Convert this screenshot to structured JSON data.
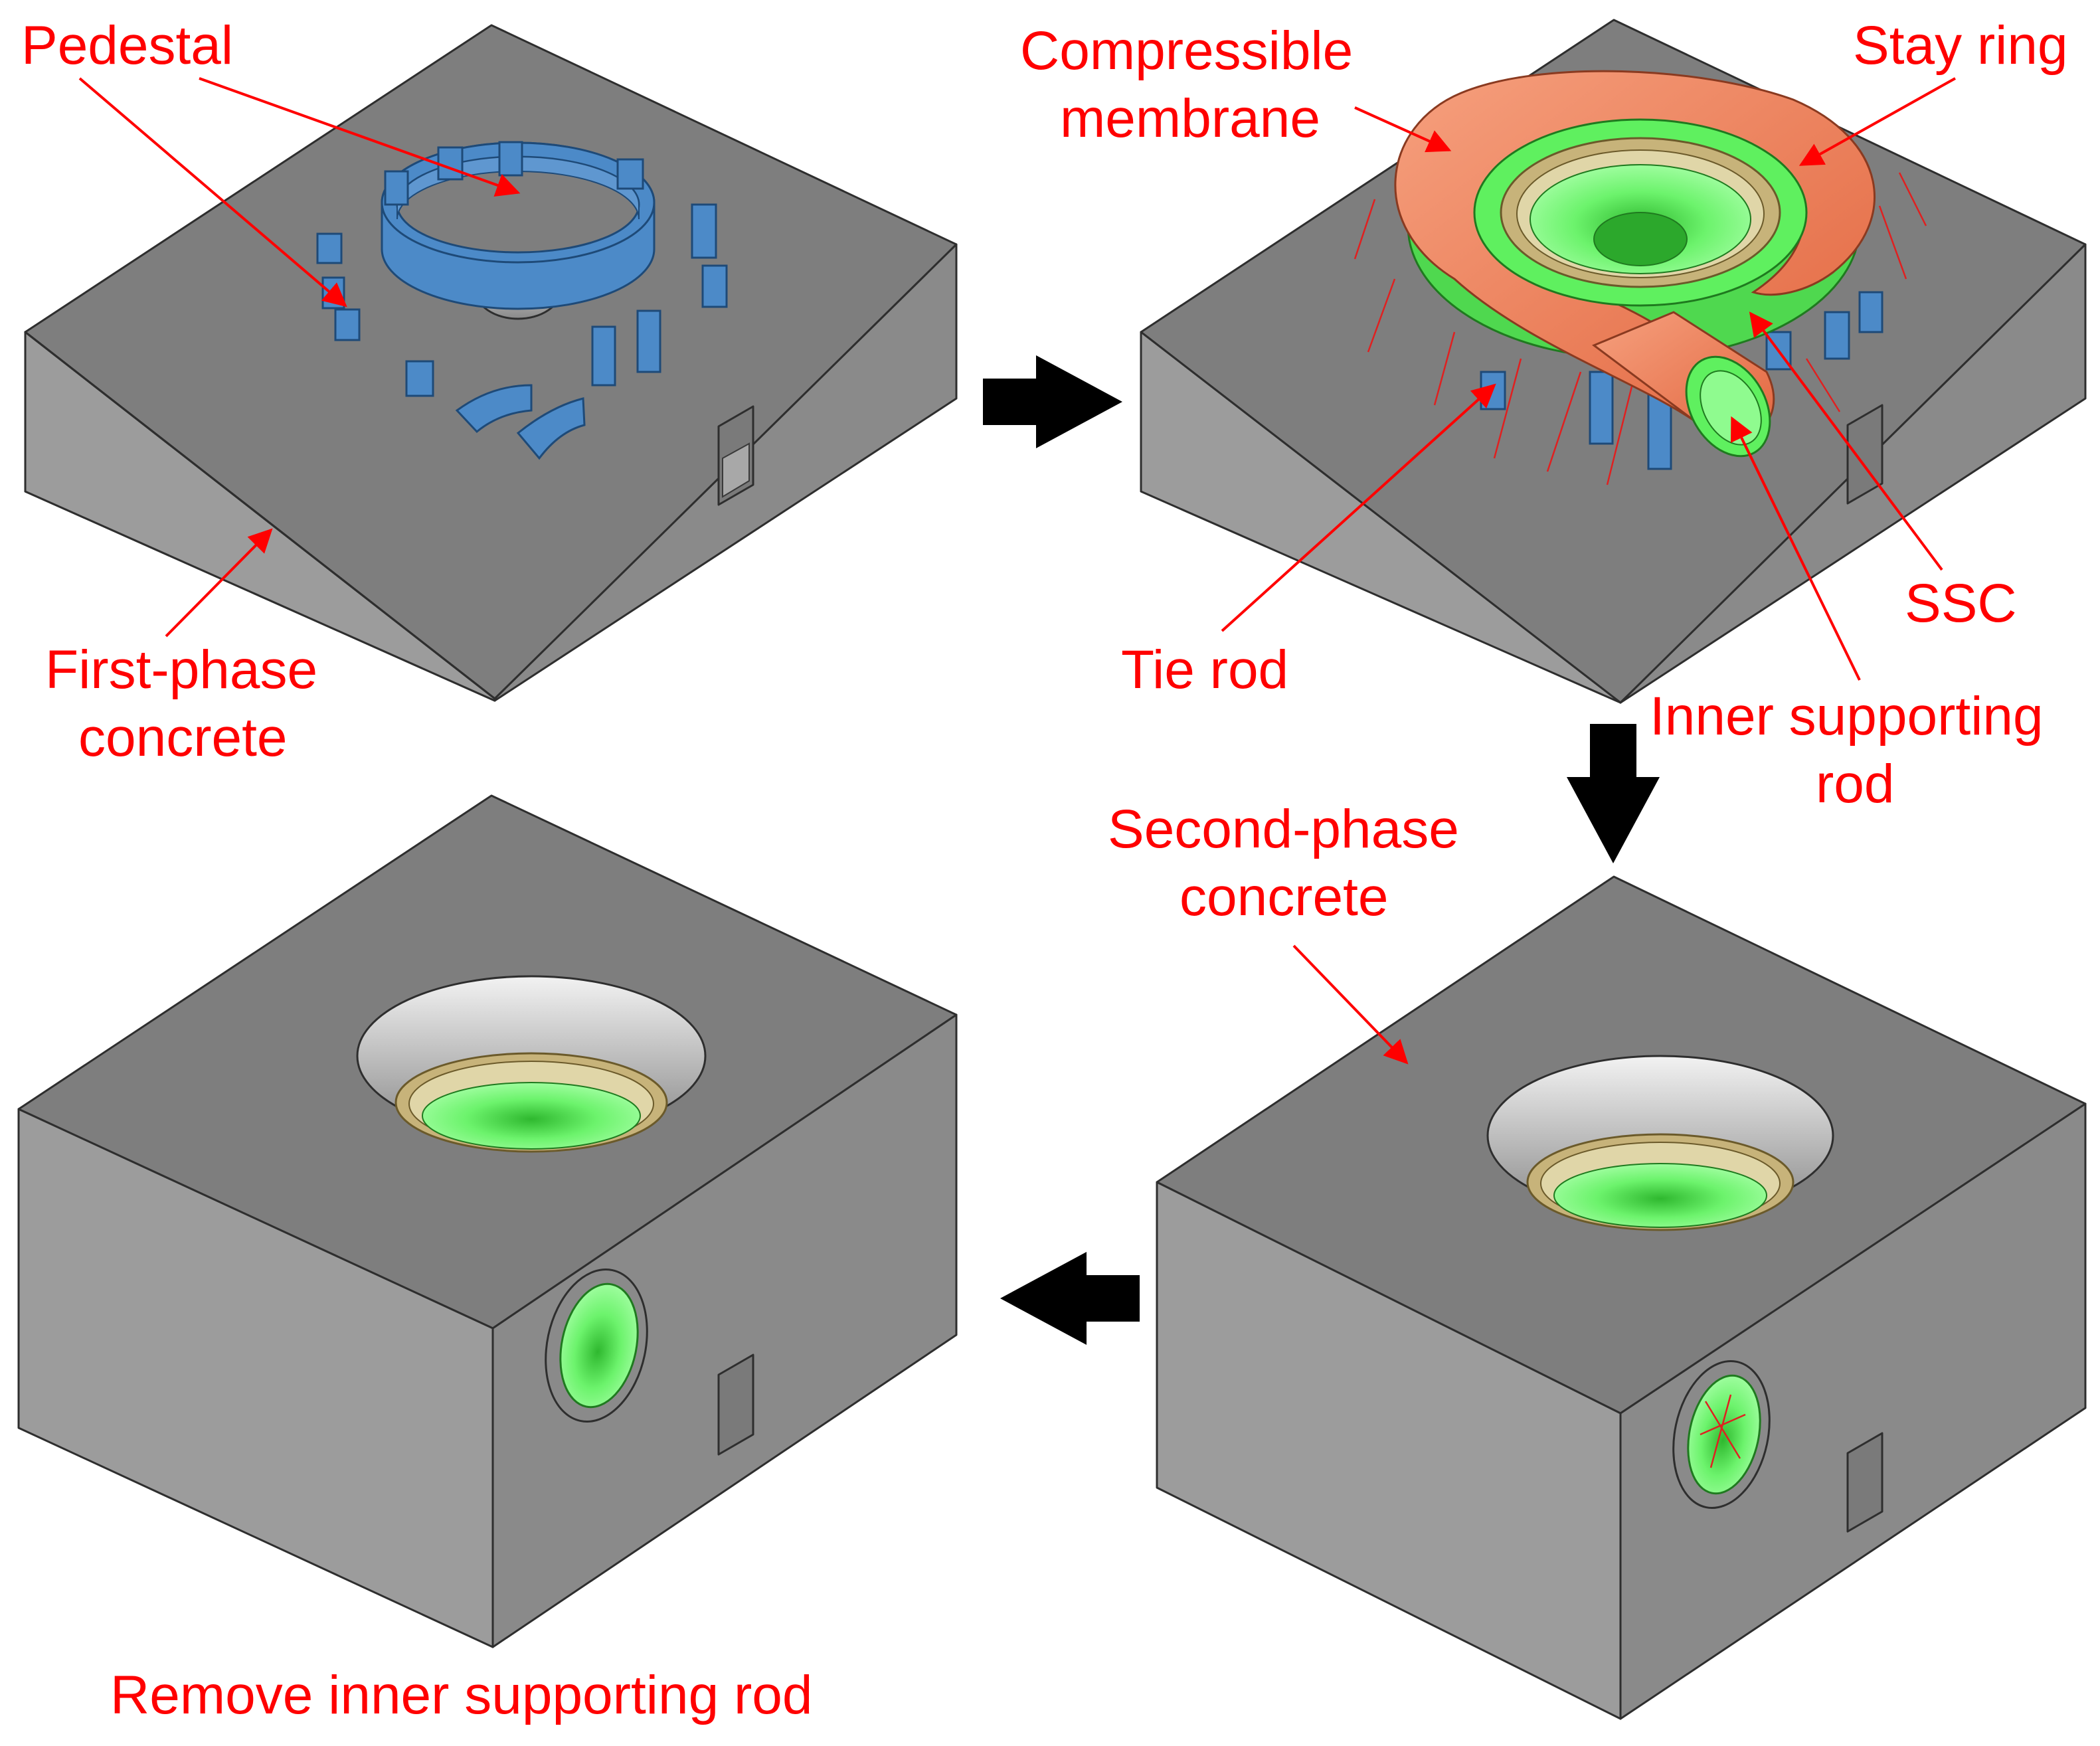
{
  "colors": {
    "concrete_top": "#7e7e7e",
    "concrete_left": "#9c9c9c",
    "concrete_right": "#8a8a8a",
    "pedestal": "#4c8ac8",
    "compressible_membrane": "#ee7a56",
    "ssc": "#5ff05f",
    "stay_ring": "#c7b37a",
    "label": "#ff0000",
    "arrow": "#000000"
  },
  "labels": {
    "pedestal": "Pedestal",
    "first_phase_1": "First-phase",
    "first_phase_2": "concrete",
    "compressible_1": "Compressible",
    "compressible_2": "membrane",
    "stay_ring": "Stay ring",
    "ssc": "SSC",
    "tie_rod": "Tie rod",
    "inner_rod_1": "Inner supporting",
    "inner_rod_2": "rod",
    "second_phase_1": "Second-phase",
    "second_phase_2": "concrete",
    "remove_rod": "Remove inner supporting rod"
  },
  "panels": [
    {
      "step": 1,
      "content": "first-phase concrete with pedestals"
    },
    {
      "step": 2,
      "content": "spiral case with compressible membrane, stay ring, SSC, tie rods"
    },
    {
      "step": 3,
      "content": "second-phase concrete poured"
    },
    {
      "step": 4,
      "content": "inner supporting rod removed"
    }
  ],
  "flow_arrows": [
    "right",
    "down",
    "left"
  ]
}
